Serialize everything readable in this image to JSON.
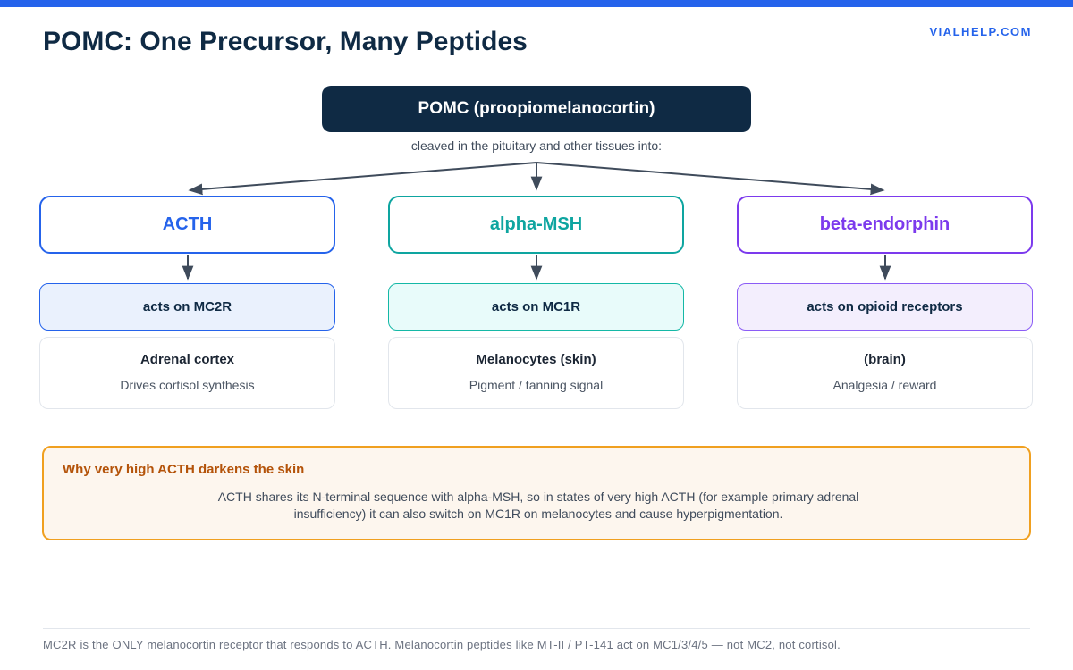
{
  "header": {
    "title": "POMC: One Precursor, Many Peptides",
    "brand": "VIALHELP.COM"
  },
  "root": {
    "label": "POMC (proopiomelanocortin)",
    "caption": "cleaved in the pituitary and other tissues into:"
  },
  "branches": [
    {
      "peptide": "ACTH",
      "receptor": "acts on MC2R",
      "target": "Adrenal cortex",
      "effect": "Drives cortisol synthesis"
    },
    {
      "peptide": "alpha-MSH",
      "receptor": "acts on MC1R",
      "target": "Melanocytes (skin)",
      "effect": "Pigment / tanning signal"
    },
    {
      "peptide": "beta-endorphin",
      "receptor": "acts on opioid receptors",
      "target": "(brain)",
      "effect": "Analgesia / reward"
    }
  ],
  "note": {
    "title": "Why very high ACTH darkens the skin",
    "line1": "ACTH shares its N-terminal sequence with alpha-MSH, so in states of very high ACTH (for example primary adrenal",
    "line2": "insufficiency) it can also switch on MC1R on melanocytes and cause hyperpigmentation."
  },
  "footer": {
    "text": "MC2R is the ONLY melanocortin receptor that responds to ACTH. Melanocortin peptides like MT-II / PT-141 act on MC1/3/4/5 — not MC2, not cortisol."
  },
  "colors": {
    "accent": "#2563eb",
    "navy": "#0f2a44",
    "acth": "#2563eb",
    "alpha_msh": "#0ea5a0",
    "beta_endorphin": "#7c3aed",
    "note_border": "#f0a020",
    "note_title": "#b45309"
  }
}
